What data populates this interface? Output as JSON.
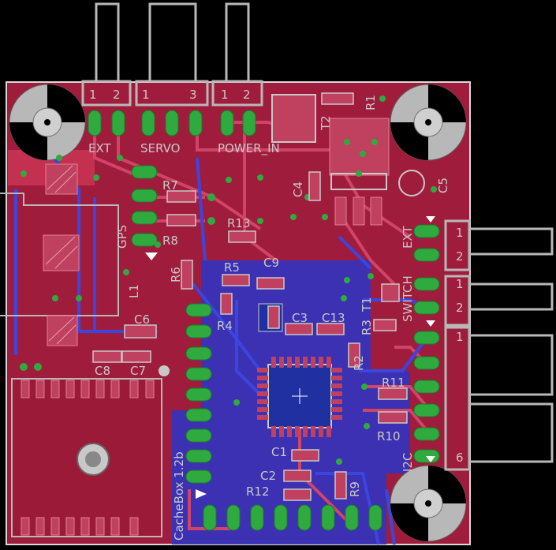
{
  "board_label": "CacheBox 1.2b",
  "connectors": {
    "ext_top": {
      "name": "EXT",
      "pins": [
        "1",
        "2"
      ]
    },
    "servo": {
      "name": "SERVO",
      "pins": [
        "1",
        "3"
      ]
    },
    "power_in": {
      "name": "POWER_IN",
      "pins": [
        "1",
        "2"
      ]
    },
    "ext_right": {
      "name": "EXT",
      "pins": [
        "1",
        "2"
      ]
    },
    "switch": {
      "name": "SWITCH",
      "pins": [
        "1",
        "2"
      ]
    },
    "i2c": {
      "name": "I2C",
      "pins": [
        "1",
        "6"
      ]
    },
    "gps": {
      "name": "GPS"
    }
  },
  "components": {
    "R1": "R1",
    "R2": "R2",
    "R3": "R3",
    "R4": "R4",
    "R5": "R5",
    "R6": "R6",
    "R7": "R7",
    "R8": "R8",
    "R9": "R9",
    "R10": "R10",
    "R11": "R11",
    "R12": "R12",
    "R13": "R13",
    "C1": "C1",
    "C2": "C2",
    "C3": "C3",
    "C4": "C4",
    "C5": "C5",
    "C6": "C6",
    "C7": "C7",
    "C8": "C8",
    "C9": "C9",
    "C13": "C13",
    "L1": "L1",
    "T1": "T1",
    "T2": "T2"
  },
  "colors": {
    "background": "#000000",
    "board_fill": "#a01c3c",
    "top_copper": "#b02a4a",
    "bottom_copper": "#2a35c8",
    "pad_green": "#2faa3f",
    "silkscreen": "#c8c8c8",
    "outline": "#d8d8d8"
  }
}
